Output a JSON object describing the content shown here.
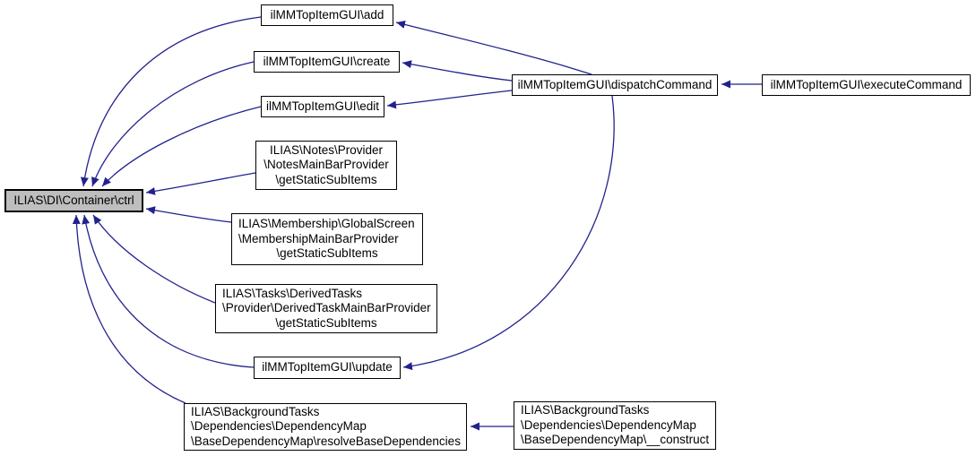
{
  "diagram": {
    "type": "call-graph",
    "background_color": "#ffffff",
    "edge_color": "#22228e",
    "node_border_color": "#000000",
    "node_fill_color": "#ffffff",
    "highlight_fill_color": "#bebebe",
    "text_color": "#000000"
  },
  "nodes": {
    "ctrl": {
      "label": "ILIAS\\DI\\Container\\ctrl",
      "highlighted": true
    },
    "add": {
      "label": "ilMMTopItemGUI\\add"
    },
    "create": {
      "label": "ilMMTopItemGUI\\create"
    },
    "edit": {
      "label": "ilMMTopItemGUI\\edit"
    },
    "notes": {
      "lines": [
        "ILIAS\\Notes\\Provider",
        "\\NotesMainBarProvider",
        "\\getStaticSubItems"
      ]
    },
    "membership": {
      "lines": [
        "ILIAS\\Membership\\GlobalScreen",
        "\\MembershipMainBarProvider",
        "\\getStaticSubItems"
      ]
    },
    "tasks": {
      "lines": [
        "ILIAS\\Tasks\\DerivedTasks",
        "\\Provider\\DerivedTaskMainBarProvider",
        "\\getStaticSubItems"
      ]
    },
    "update": {
      "label": "ilMMTopItemGUI\\update"
    },
    "resolve": {
      "lines": [
        "ILIAS\\BackgroundTasks",
        "\\Dependencies\\DependencyMap",
        "\\BaseDependencyMap\\resolveBaseDependencies"
      ]
    },
    "dispatch": {
      "label": "ilMMTopItemGUI\\dispatchCommand"
    },
    "execute": {
      "label": "ilMMTopItemGUI\\executeCommand"
    },
    "construct": {
      "lines": [
        "ILIAS\\BackgroundTasks",
        "\\Dependencies\\DependencyMap",
        "\\BaseDependencyMap\\__construct"
      ]
    }
  },
  "edges": [
    {
      "from": "ilMMTopItemGUI\\add",
      "to": "ILIAS\\DI\\Container\\ctrl"
    },
    {
      "from": "ilMMTopItemGUI\\create",
      "to": "ILIAS\\DI\\Container\\ctrl"
    },
    {
      "from": "ilMMTopItemGUI\\edit",
      "to": "ILIAS\\DI\\Container\\ctrl"
    },
    {
      "from": "ILIAS\\Notes\\Provider\\NotesMainBarProvider\\getStaticSubItems",
      "to": "ILIAS\\DI\\Container\\ctrl"
    },
    {
      "from": "ILIAS\\Membership\\GlobalScreen\\MembershipMainBarProvider\\getStaticSubItems",
      "to": "ILIAS\\DI\\Container\\ctrl"
    },
    {
      "from": "ILIAS\\Tasks\\DerivedTasks\\Provider\\DerivedTaskMainBarProvider\\getStaticSubItems",
      "to": "ILIAS\\DI\\Container\\ctrl"
    },
    {
      "from": "ilMMTopItemGUI\\update",
      "to": "ILIAS\\DI\\Container\\ctrl"
    },
    {
      "from": "ILIAS\\BackgroundTasks\\Dependencies\\DependencyMap\\BaseDependencyMap\\resolveBaseDependencies",
      "to": "ILIAS\\DI\\Container\\ctrl"
    },
    {
      "from": "ilMMTopItemGUI\\dispatchCommand",
      "to": "ilMMTopItemGUI\\add"
    },
    {
      "from": "ilMMTopItemGUI\\dispatchCommand",
      "to": "ilMMTopItemGUI\\create"
    },
    {
      "from": "ilMMTopItemGUI\\dispatchCommand",
      "to": "ilMMTopItemGUI\\edit"
    },
    {
      "from": "ilMMTopItemGUI\\dispatchCommand",
      "to": "ilMMTopItemGUI\\update"
    },
    {
      "from": "ilMMTopItemGUI\\executeCommand",
      "to": "ilMMTopItemGUI\\dispatchCommand"
    },
    {
      "from": "ILIAS\\BackgroundTasks\\Dependencies\\DependencyMap\\BaseDependencyMap\\__construct",
      "to": "ILIAS\\BackgroundTasks\\Dependencies\\DependencyMap\\BaseDependencyMap\\resolveBaseDependencies"
    }
  ]
}
